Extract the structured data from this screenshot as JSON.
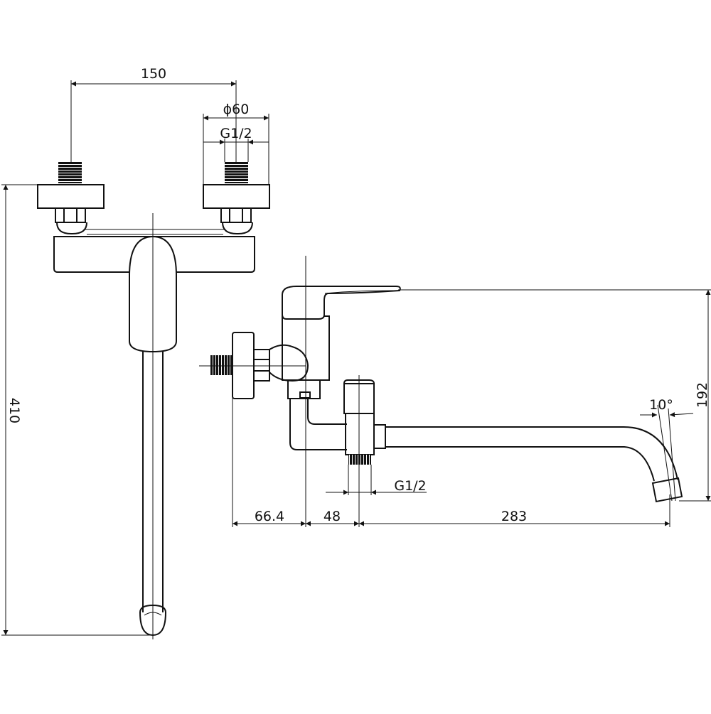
{
  "dimensions": {
    "fitting_spacing": "150",
    "flange_diameter": "ϕ60",
    "inlet_thread": "G1/2",
    "overall_height": "410",
    "side_height": "192",
    "spout_angle": "10°",
    "outlet_thread": "G1/2",
    "eccentric_offset": "66.4",
    "body_offset": "48",
    "spout_reach": "283"
  },
  "colors": {
    "line": "#111111",
    "background": "#ffffff"
  }
}
